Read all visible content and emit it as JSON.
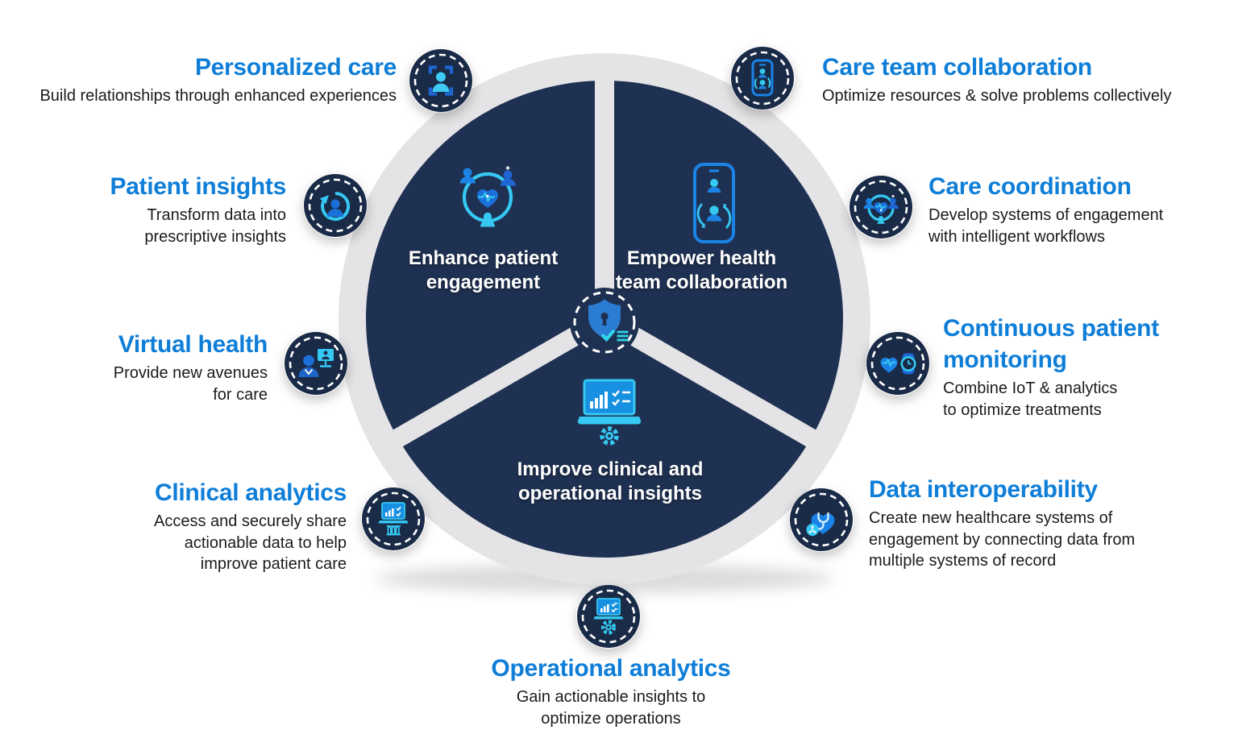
{
  "colors": {
    "accent_blue": "#0e7ed8",
    "segment_navy": "#1f3152",
    "satellite_navy": "#1a2b48",
    "ring_gray": "#e4e4e6",
    "icon_blue": "#1b83e6",
    "icon_cyan": "#35c8f2",
    "body_text": "#1b1b1b"
  },
  "wheel": {
    "center": {
      "icon": "security-shield-checklist-icon"
    },
    "segments": [
      {
        "label": "Enhance patient engagement",
        "icon": "patients-community-heart-icon"
      },
      {
        "label": "Empower health team collaboration",
        "icon": "phone-care-team-icon"
      },
      {
        "label": "Improve clinical and operational insights",
        "icon": "laptop-analytics-gear-icon"
      }
    ]
  },
  "items": [
    {
      "title": "Personalized care",
      "description": "Build relationships through enhanced experiences",
      "icon": "person-focus-frame-icon"
    },
    {
      "title": "Patient insights",
      "description": "Transform data into prescriptive insights",
      "icon": "person-refresh-cycle-icon"
    },
    {
      "title": "Virtual health",
      "description": "Provide new avenues for care",
      "icon": "clinician-telehealth-monitor-icon"
    },
    {
      "title": "Clinical analytics",
      "description": "Access and securely share actionable data to help improve patient care",
      "icon": "laptop-chart-lab-tubes-icon"
    },
    {
      "title": "Operational analytics",
      "description": "Gain actionable insights to optimize operations",
      "icon": "laptop-chart-gear-icon"
    },
    {
      "title": "Care team collaboration",
      "description": "Optimize resources & solve problems collectively",
      "icon": "phone-team-sync-icon"
    },
    {
      "title": "Care coordination",
      "description": "Develop systems of engagement with intelligent workflows",
      "icon": "team-ring-heart-pulse-icon"
    },
    {
      "title": "Continuous patient monitoring",
      "description": "Combine IoT & analytics to optimize treatments",
      "icon": "heart-pulse-smartwatch-icon"
    },
    {
      "title": "Data interoperability",
      "description": "Create new healthcare systems of engagement by connecting data from multiple systems of record",
      "icon": "heart-stethoscope-network-icon"
    }
  ]
}
